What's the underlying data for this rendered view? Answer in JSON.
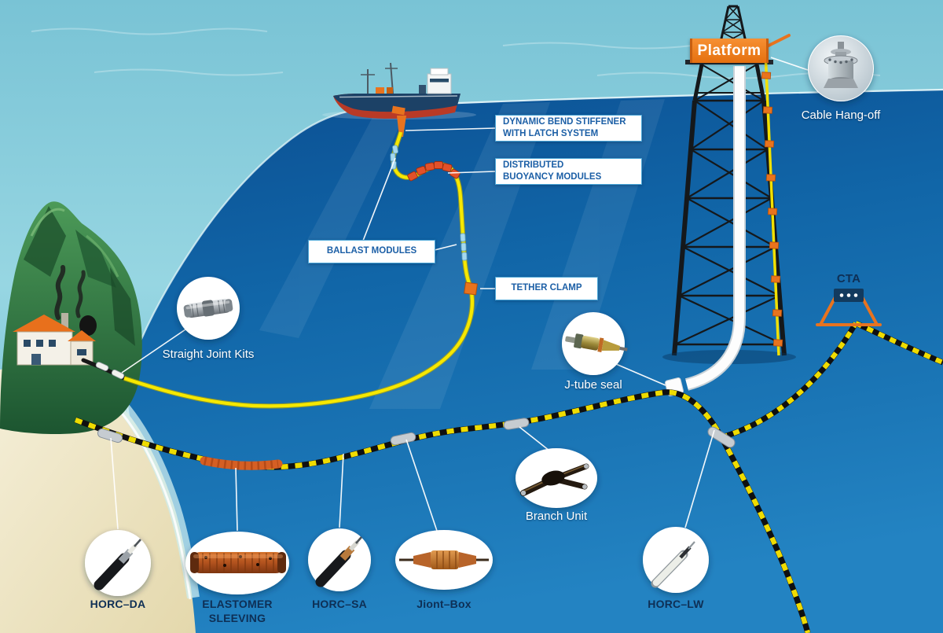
{
  "platform": {
    "label": "Platform"
  },
  "callouts": {
    "bend_stiffener": {
      "line1": "DYNAMIC BEND STIFFENER",
      "line2": "WITH LATCH SYSTEM"
    },
    "buoyancy": {
      "line1": "DISTRIBUTED",
      "line2": "BUOYANCY MODULES"
    },
    "ballast": {
      "line1": "BALLAST MODULES"
    },
    "tether": {
      "line1": "TETHER CLAMP"
    }
  },
  "labels": {
    "cable_hang_off": "Cable Hang-off",
    "straight_joint_kits": "Straight Joint Kits",
    "j_tube_seal": "J-tube seal",
    "branch_unit": "Branch Unit",
    "cta": "CTA",
    "horc_da": "HORC–DA",
    "elastomer_sleeving_line1": "ELASTOMER",
    "elastomer_sleeving_line2": "SLEEVING",
    "horc_sa": "HORC–SA",
    "jiont_box": "Jiont–Box",
    "horc_lw": "HORC–LW"
  },
  "colors": {
    "cable_yellow": "#f2e000",
    "stripe_black": "#141414",
    "accent_orange": "#e8731e",
    "callout_border": "#4aa6d8",
    "callout_text": "#1c5fa6",
    "dark_label": "#0e2f55",
    "sea_light": "#8fd0df",
    "sea_deep": "#0d5d9f"
  }
}
